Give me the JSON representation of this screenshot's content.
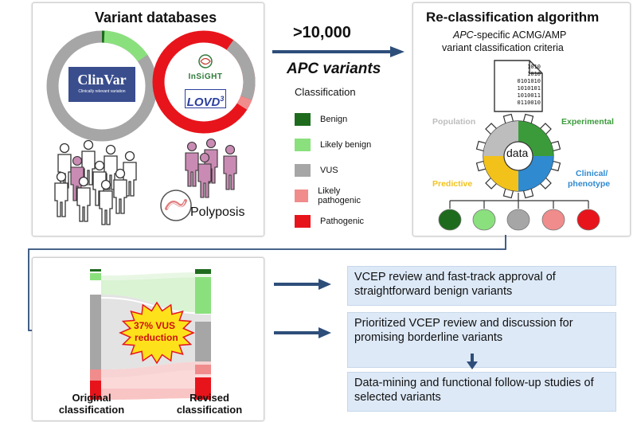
{
  "databases": {
    "title": "Variant databases",
    "clinvar_logo": "ClinVar",
    "clinvar_sub": "Clinically relevant variation",
    "insight_logo": "InSiGHT",
    "lovd_logo": "LOVD",
    "lovd_sup": "3",
    "polyposis_label": "Polyposis"
  },
  "center": {
    "count": ">10,000",
    "variants_label": "APC variants",
    "classification_title": "Classification",
    "classes": [
      {
        "label": "Benign",
        "color": "#1e6b1e"
      },
      {
        "label": "Likely benign",
        "color": "#8be07e"
      },
      {
        "label": "VUS",
        "color": "#a6a6a6"
      },
      {
        "label": "Likely pathogenic",
        "color": "#f08c8c"
      },
      {
        "label": "Pathogenic",
        "color": "#e8141b"
      }
    ]
  },
  "algorithm": {
    "title": "Re-classification algorithm",
    "sub_italic": "APC",
    "sub_line1_rest": "-specific ACMG/AMP",
    "sub_line2": "variant classification criteria",
    "binary_lines": [
      "1010",
      "1010",
      "0101010",
      "1010101",
      "1010011",
      "0110010"
    ],
    "center_label": "data",
    "labels": {
      "population": "Population",
      "experimental": "Experimental",
      "predictive": "Predictive",
      "clinical": "Clinical/",
      "phenotype": "phenotype"
    }
  },
  "sankey": {
    "badge_line1": "37% VUS",
    "badge_line2": "reduction",
    "original_line1": "Original",
    "original_line2": "classification",
    "revised_line1": "Revised",
    "revised_line2": "classification"
  },
  "outcomes": [
    {
      "text": "VCEP review and fast-track approval of straightforward benign variants"
    },
    {
      "text": "Prioritized VCEP review and discussion for promising borderline variants"
    },
    {
      "text": "Data-mining and functional follow-up studies of selected variants"
    }
  ]
}
